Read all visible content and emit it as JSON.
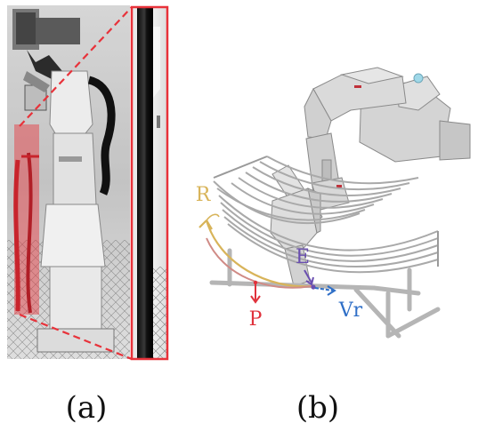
{
  "figure": {
    "panel_a": {
      "caption": "(a)"
    },
    "panel_b": {
      "caption": "(b)",
      "labels": {
        "R": "R",
        "E": "E",
        "P": "P",
        "Vr": "Vr"
      }
    }
  },
  "colors": {
    "R": "#d8b45a",
    "E": "#6a4fb0",
    "P": "#e0323c",
    "Vr": "#2f6fc7",
    "highlight": "#e8323a",
    "robot": "#cfcfcf"
  }
}
